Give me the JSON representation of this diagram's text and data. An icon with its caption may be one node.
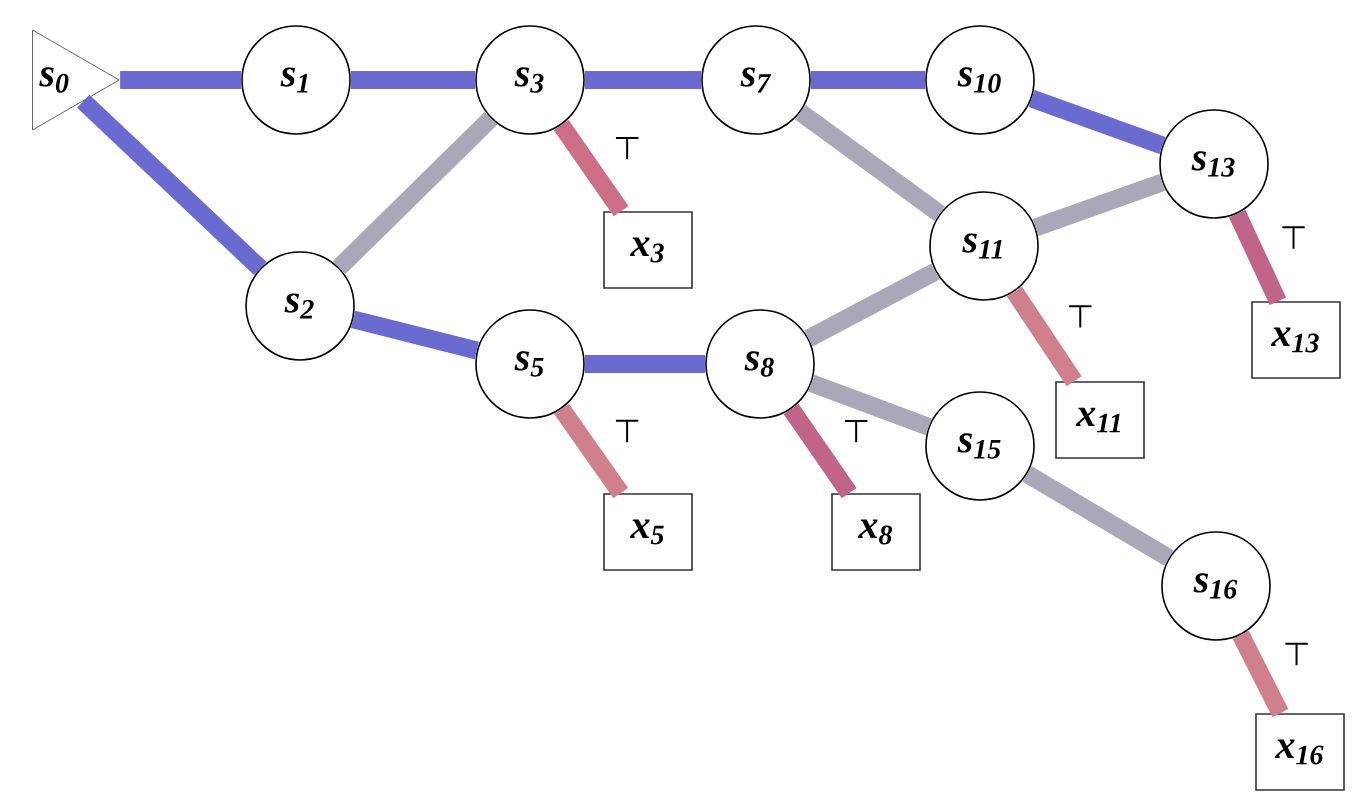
{
  "diagram": {
    "nodes": [
      {
        "text": [
          "s$_{0}$"
        ]
      },
      {
        "text": [
          "s$_{1}$"
        ]
      },
      {
        "text": [
          "s$_{2}$"
        ]
      },
      {
        "text": [
          "s$_{3}$"
        ]
      },
      {
        "text": [
          "s$_{5}$"
        ]
      },
      {
        "text": [
          "s$_{7}$"
        ]
      },
      {
        "text": [
          "s$_{8}$"
        ]
      },
      {
        "text": [
          "s$_{10}$"
        ]
      },
      {
        "text": [
          "s$_{11}$"
        ]
      },
      {
        "text": [
          "s$_{13}$"
        ]
      },
      {
        "text": [
          "s$_{15}$"
        ]
      },
      {
        "text": [
          "s$_{16}$"
        ]
      },
      {
        "text": [
          "x$_{3}$"
        ]
      },
      {
        "text": [
          "x$_{5}$"
        ]
      },
      {
        "text": [
          "x$_{8}$"
        ]
      },
      {
        "text": [
          "x$_{11}$"
        ]
      },
      {
        "text": [
          "x$_{13}$"
        ]
      },
      {
        "text": [
          "x$_{16}$"
        ]
      }
    ],
    "edges": [
      {
        "from": 0,
        "to": 1,
        "arrow": "none",
        "color": "#6a6ad0"
      },
      {
        "from": 0,
        "to": 2,
        "arrow": "none",
        "color": "#6a6ad0"
      },
      {
        "from": 1,
        "to": 3,
        "arrow": "none",
        "color": "#6a6ad0"
      },
      {
        "from": 2,
        "to": 3,
        "arrow": "none",
        "color": "#a8a8b8"
      },
      {
        "from": 2,
        "to": 4,
        "arrow": "none",
        "color": "#6a6ad0"
      },
      {
        "from": 3,
        "to": 5,
        "arrow": "none",
        "color": "#6a6ad0"
      },
      {
        "from": 3,
        "to": 12,
        "arrow": "none",
        "color": "#cc6f86",
        "label": "⊤"
      },
      {
        "from": 4,
        "to": 6,
        "arrow": "none",
        "color": "#6a6ad0"
      },
      {
        "from": 4,
        "to": 13,
        "arrow": "none",
        "color": "#d0808c",
        "label": "⊤"
      },
      {
        "from": 5,
        "to": 7,
        "arrow": "none",
        "color": "#6a6ad0"
      },
      {
        "from": 5,
        "to": 8,
        "arrow": "none",
        "color": "#a8a8b8"
      },
      {
        "from": 6,
        "to": 8,
        "arrow": "none",
        "color": "#a8a8b8"
      },
      {
        "from": 6,
        "to": 10,
        "arrow": "none",
        "color": "#a8a8b8"
      },
      {
        "from": 6,
        "to": 14,
        "arrow": "none",
        "color": "#c0648a",
        "label": "⊤"
      },
      {
        "from": 7,
        "to": 9,
        "arrow": "none",
        "color": "#6a6ad0"
      },
      {
        "from": 8,
        "to": 9,
        "arrow": "none",
        "color": "#a8a8b8"
      },
      {
        "from": 8,
        "to": 15,
        "arrow": "none",
        "color": "#d0808c",
        "label": "⊤"
      },
      {
        "from": 9,
        "to": 16,
        "arrow": "none",
        "color": "#c0648a",
        "label": "⊤"
      },
      {
        "from": 10,
        "to": 11,
        "arrow": "none",
        "color": "#a8a8b8"
      },
      {
        "from": 11,
        "to": 17,
        "arrow": "none",
        "color": "#d0808c",
        "label": "⊤"
      }
    ]
  }
}
